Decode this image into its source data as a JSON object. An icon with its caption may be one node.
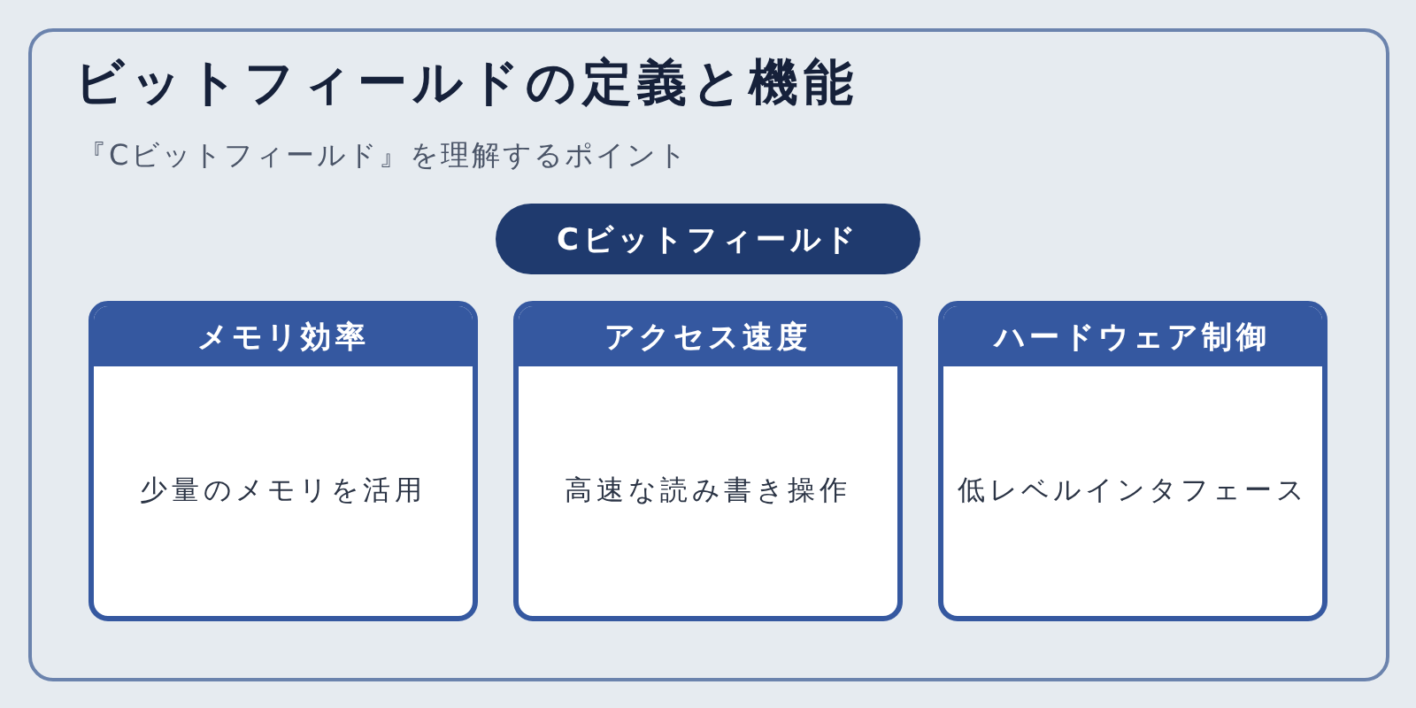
{
  "diagram": {
    "title": "ビットフィールドの定義と機能",
    "nodes": [
      {
        "text": [
          "Cビットフィールド"
        ]
      },
      {
        "text": [
          "メモリ効率",
          "少量のメモリを活用"
        ]
      },
      {
        "text": [
          "アクセス速度",
          "高速な読み書き操作"
        ]
      },
      {
        "text": [
          "ハードウェア制御",
          "低レベルインタフェース"
        ]
      }
    ],
    "labels": [
      "『Cビットフィールド』を理解するポイント"
    ]
  }
}
